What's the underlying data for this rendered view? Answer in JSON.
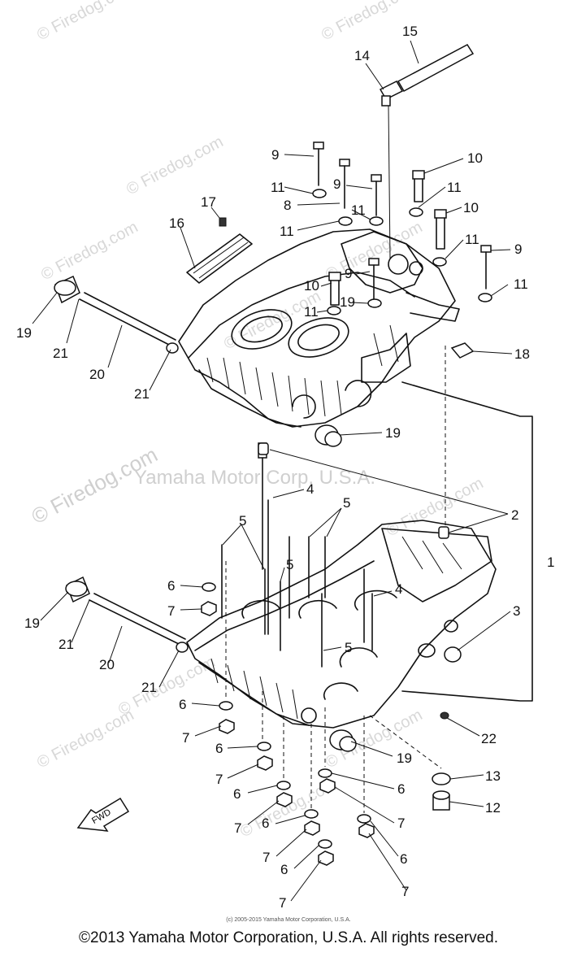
{
  "diagram": {
    "watermarks": [
      "© Firedog.com",
      "© Firedog.com",
      "© Firedog.com",
      "© Firedog.com",
      "© Firedog.com",
      "© Firedog.com",
      "© Firedog.com",
      "© Firedog.com",
      "© Firedog.com",
      "© Firedog.com",
      "© Firedog.com"
    ],
    "center_watermark_text": "Yamaha Motor Corp. U.S.A.",
    "fwd_label": "FWD",
    "callouts": [
      "15",
      "14",
      "9",
      "10",
      "11",
      "9",
      "11",
      "8",
      "10",
      "17",
      "16",
      "11",
      "11",
      "9",
      "11",
      "9",
      "10",
      "11",
      "11",
      "19",
      "21",
      "20",
      "21",
      "18",
      "19",
      "4",
      "5",
      "2",
      "5",
      "5",
      "6",
      "7",
      "4",
      "1",
      "3",
      "19",
      "21",
      "20",
      "5",
      "21",
      "6",
      "22",
      "7",
      "6",
      "19",
      "7",
      "6",
      "6",
      "13",
      "12",
      "7",
      "6",
      "7",
      "7",
      "6",
      "6",
      "7",
      "7"
    ],
    "source_credit": "(c) 2005-2015 Yamaha Motor Corporation, U.S.A.",
    "copyright": "©2013 Yamaha Motor Corporation, U.S.A. All rights reserved."
  }
}
